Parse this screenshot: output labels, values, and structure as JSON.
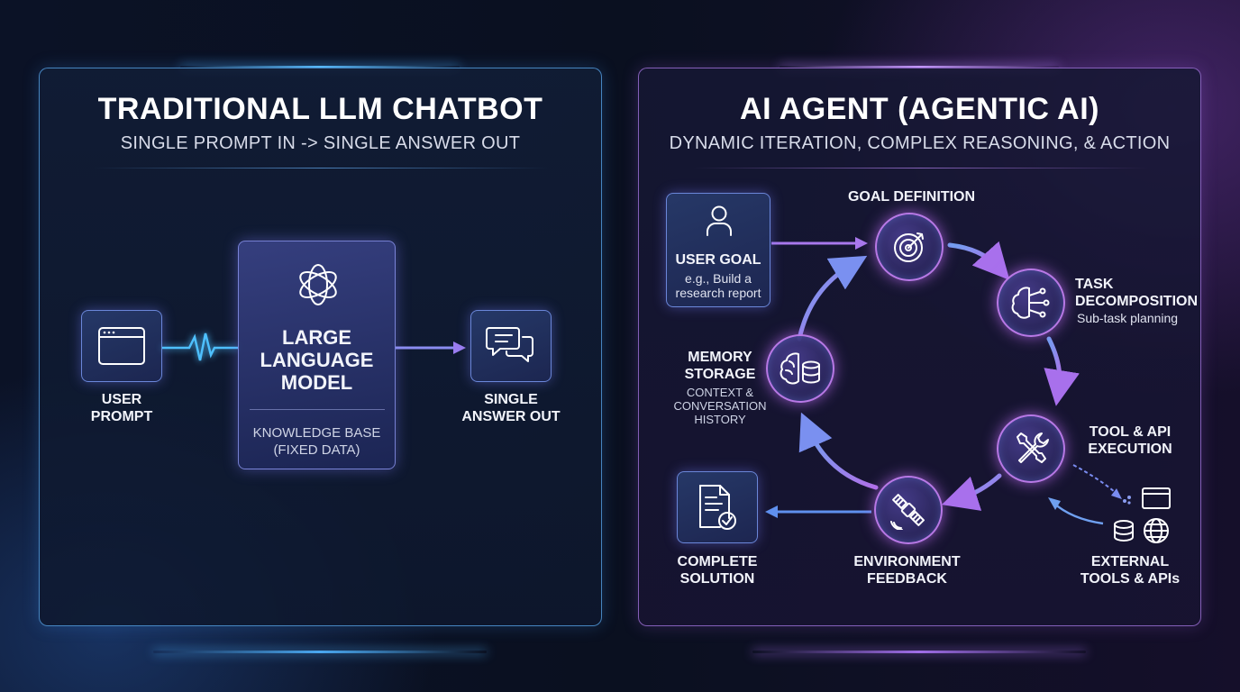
{
  "left_panel": {
    "title": "TRADITIONAL LLM CHATBOT",
    "subtitle": "SINGLE PROMPT IN -> SINGLE ANSWER OUT",
    "user_prompt": "USER\nPROMPT",
    "llm_title": "LARGE\nLANGUAGE\nMODEL",
    "llm_caption": "KNOWLEDGE BASE\n(FIXED DATA)",
    "answer_out": "SINGLE\nANSWER OUT"
  },
  "right_panel": {
    "title": "AI AGENT (AGENTIC AI)",
    "subtitle": "DYNAMIC ITERATION, COMPLEX REASONING, & ACTION",
    "user_goal_title": "USER GOAL",
    "user_goal_example": "e.g., Build a\nresearch report",
    "goal_definition": "GOAL DEFINITION",
    "task_decomposition": "TASK\nDECOMPOSITION",
    "task_decomposition_sub": "Sub-task planning",
    "tool_execution": "TOOL & API\nEXECUTION",
    "external_tools": "EXTERNAL\nTOOLS & APIs",
    "environment_feedback": "ENVIRONMENT\nFEEDBACK",
    "memory_storage": "MEMORY\nSTORAGE",
    "memory_storage_sub": "CONTEXT &\nCONVERSATION\nHISTORY",
    "complete_solution": "COMPLETE\nSOLUTION"
  },
  "colors": {
    "left_accent": "#4aa8f0",
    "right_accent": "#b27ef0",
    "cycle_arrow_start": "#6fa0f0",
    "cycle_arrow_end": "#b070e8"
  },
  "icons": [
    "browser-window-icon",
    "heartbeat-icon",
    "openai-logo-icon",
    "chat-bubbles-icon",
    "user-icon",
    "target-icon",
    "brain-circuit-icon",
    "tools-icon",
    "satellite-icon",
    "brain-database-icon",
    "document-check-icon",
    "database-icon",
    "globe-icon",
    "small-browser-icon"
  ]
}
